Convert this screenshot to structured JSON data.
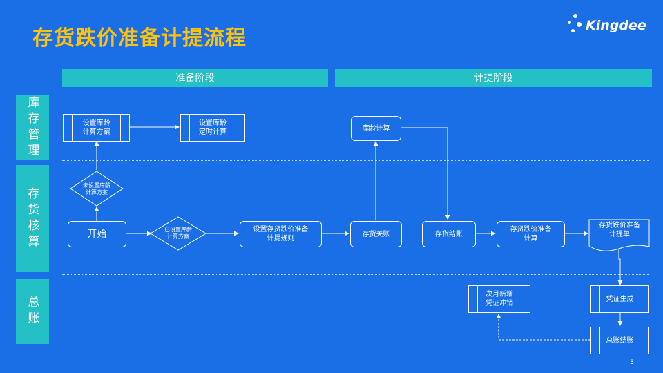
{
  "title": "存货跌价准备计提流程",
  "logo": {
    "text": "Kingdee"
  },
  "phases": [
    "准备阶段",
    "计提阶段"
  ],
  "lanes": [
    "库存管理",
    "存货核算",
    "总账"
  ],
  "nodes": {
    "set_age_plan": "设置库龄\n计算方案",
    "set_age_timer": "设置库龄\n定时计算",
    "age_calc": "库龄计算",
    "not_set_plan": "未设置库龄\n计算方案",
    "start": "开始",
    "already_set_plan": "已设置库龄\n计算方案",
    "set_rule": "设置存货跌价准备\n计提规则",
    "close_account": "存货关账",
    "settle": "存货结账",
    "calc_reserve": "存货跌价准备\n计算",
    "reserve_bill": "存货跌价准备\n计提单",
    "next_month": "次月新增\n凭证冲销",
    "voucher": "凭证生成",
    "gl_close": "总账结账"
  },
  "page_number": "3"
}
